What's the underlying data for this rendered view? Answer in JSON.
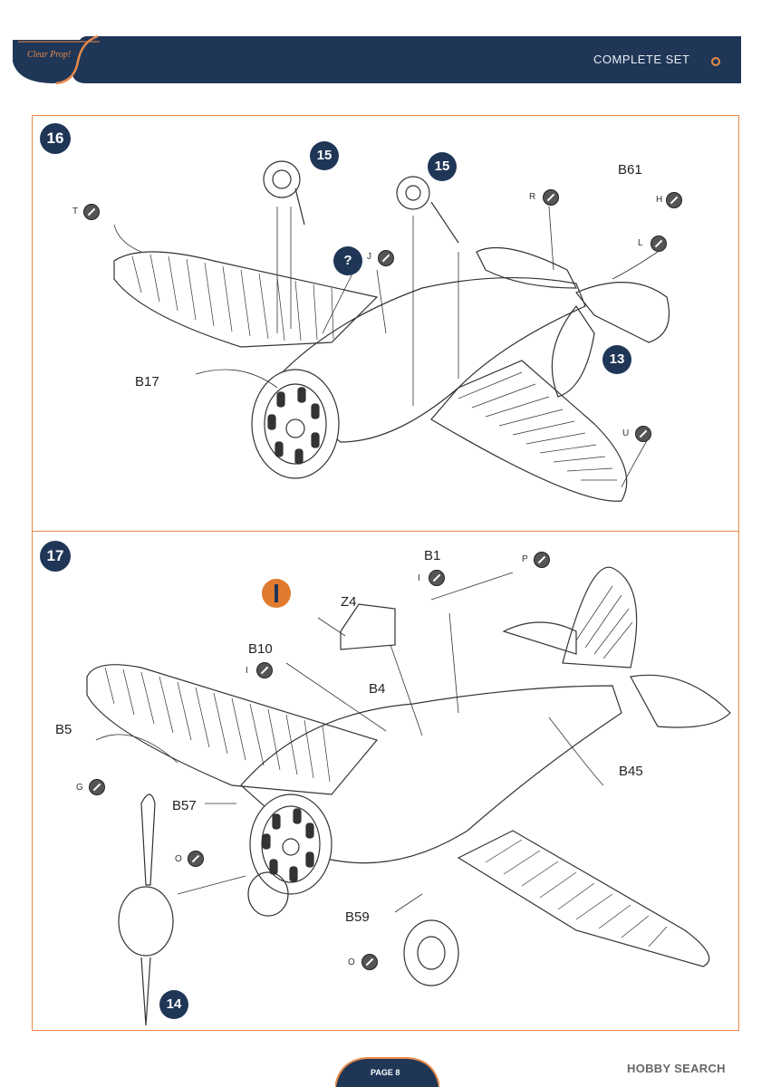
{
  "header": {
    "title": "COMPLETE SET",
    "logo_text": "Clear Prop!"
  },
  "colors": {
    "navy": "#1f3657",
    "accent": "#e8894a"
  },
  "step16": {
    "number": "16",
    "subassemblies": [
      "15",
      "15",
      "13"
    ],
    "labels": {
      "b17": "B17",
      "b61": "B61"
    },
    "glue_labels": {
      "t": "T",
      "r": "R",
      "h": "H",
      "l": "L",
      "j": "J",
      "u": "U"
    },
    "question_icon": "?"
  },
  "step17": {
    "number": "17",
    "subassembly": "14",
    "labels": {
      "b1": "B1",
      "z4": "Z4",
      "b10": "B10",
      "b4": "B4",
      "b5": "B5",
      "b45": "B45",
      "b57": "B57",
      "b59": "B59"
    },
    "glue_labels": {
      "i1": "I",
      "p": "P",
      "i2": "I",
      "g": "G",
      "o1": "O",
      "o2": "O"
    },
    "drill_icon": "drill-icon"
  },
  "footer": {
    "page": "PAGE 8",
    "watermark": "HOBBY SEARCH"
  }
}
